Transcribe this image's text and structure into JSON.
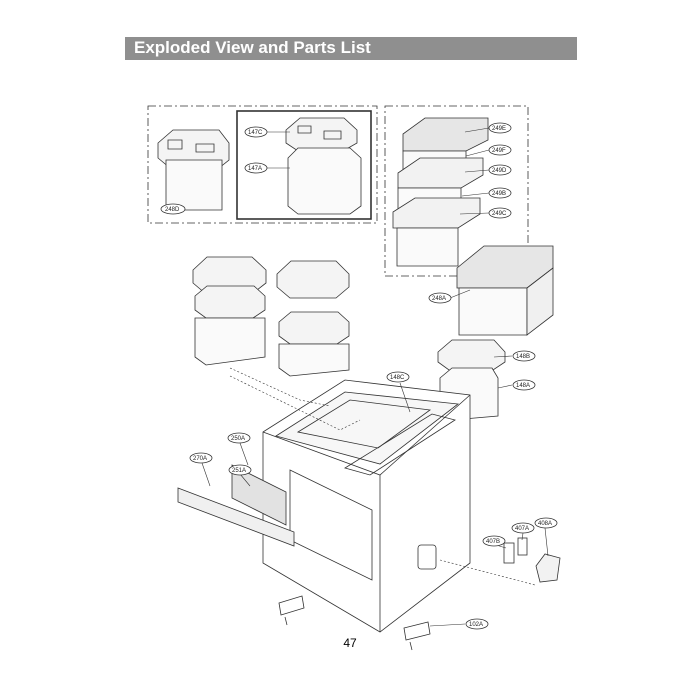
{
  "header": {
    "title": "Exploded View and Parts List"
  },
  "page": {
    "number": "47"
  },
  "parts": {
    "p248d": "248D",
    "p147c": "147C",
    "p147a": "147A",
    "p249e": "249E",
    "p249f": "249F",
    "p249d": "249D",
    "p249b": "249B",
    "p249c": "249C",
    "p248a": "248A",
    "p148b": "148B",
    "p148c": "148C",
    "p148a": "148A",
    "p250a": "250A",
    "p270a": "270A",
    "p251a": "251A",
    "p407b": "407B",
    "p407a": "407A",
    "p408a": "408A",
    "p102a": "102A"
  },
  "colors": {
    "header_bg": "#8f8f8f",
    "line": "#333333"
  }
}
